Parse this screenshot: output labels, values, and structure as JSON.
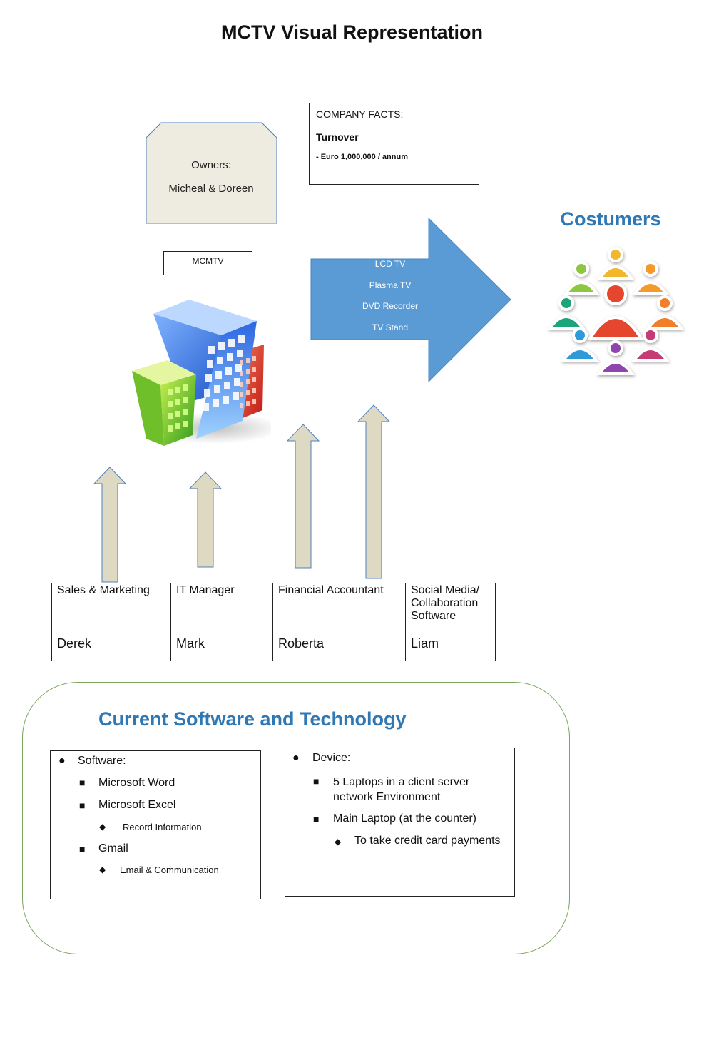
{
  "title": "MCTV Visual Representation",
  "owners": {
    "line1": "Owners:",
    "line2": "Micheal & Doreen"
  },
  "company_box": "MCMTV",
  "company_facts": {
    "heading": "COMPANY FACTS:",
    "label": "Turnover",
    "value": "- Euro  1,000,000 / annum"
  },
  "products": [
    "LCD TV",
    "Plasma TV",
    "DVD Recorder",
    "TV Stand"
  ],
  "customers_title": "Costumers",
  "staff": {
    "roles": [
      "Sales & Marketing",
      "IT Manager",
      "Financial Accountant",
      "Social Media/ Collaboration Software"
    ],
    "names": [
      "Derek",
      "Mark",
      "Roberta",
      "Liam"
    ]
  },
  "software_section": {
    "title": "Current Software and Technology",
    "software": {
      "heading": "Software:",
      "items": [
        "Microsoft Word",
        "Microsoft Excel",
        "Record Information",
        "Gmail",
        "Email & Communication"
      ]
    },
    "device": {
      "heading": "Device:",
      "items": [
        "5 Laptops in a client server network Environment",
        "Main Laptop (at the counter)",
        "To take credit card payments"
      ]
    }
  },
  "colors": {
    "arrow_blue": "#5b9bd5",
    "title_blue": "#2f78b4",
    "up_arrow_fill": "#ddd9c3",
    "owners_fill": "#eeece1",
    "panel_border": "#7aa55a"
  },
  "icons": {
    "building": "office-building-icon",
    "people": "customer-group-icon"
  }
}
